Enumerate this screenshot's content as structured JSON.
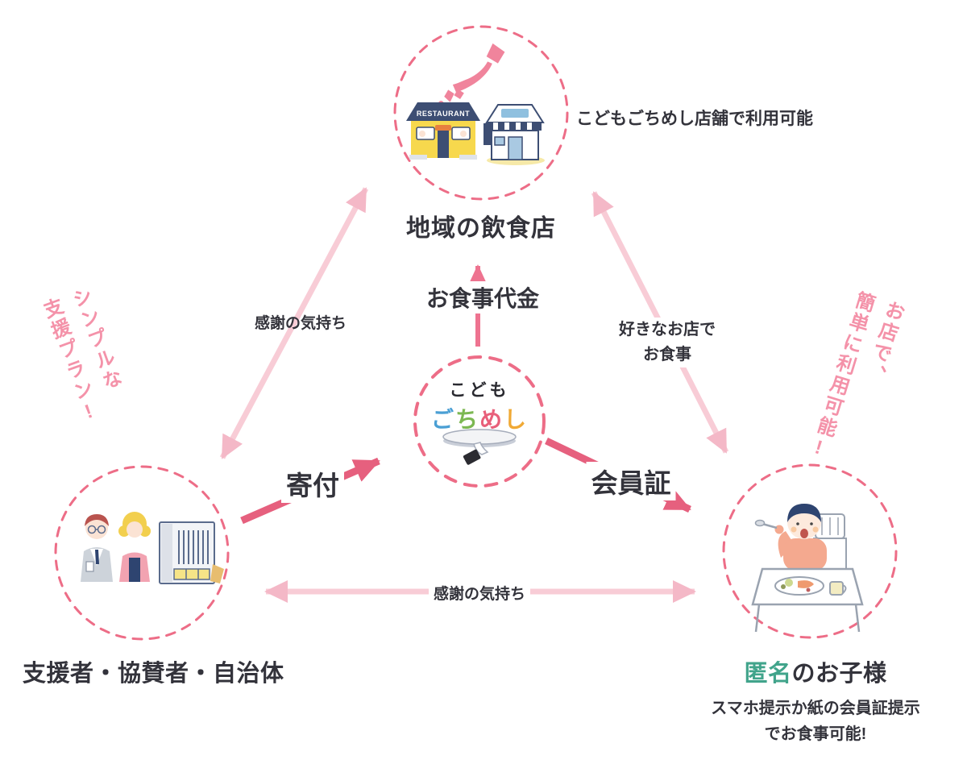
{
  "diagram": {
    "center_logo": {
      "line1": "こども",
      "letters": [
        "ご",
        "ち",
        "め",
        "し"
      ]
    },
    "nodes": {
      "restaurants": {
        "label": "地域の飲食店",
        "note": "こどもごちめし店舗で利用可能",
        "sign_text": "RESTAURANT"
      },
      "supporters": {
        "label": "支援者・協賛者・自治体"
      },
      "children": {
        "label_highlight": "匿名",
        "label_rest": "のお子様",
        "note_line1": "スマホ提示か紙の会員証提示",
        "note_line2": "でお食事可能!"
      }
    },
    "edges": {
      "gratitude_upper": "感謝の気持ち",
      "meal_payment": "お食事代金",
      "favorite_line1": "好きなお店で",
      "favorite_line2": "お食事",
      "donation": "寄付",
      "membership_card": "会員証",
      "gratitude_lower": "感謝の気持ち"
    },
    "side_notes": {
      "left": [
        "シンプルな",
        "支援プラン!"
      ],
      "right": [
        "お店で、",
        "簡単に利用可能!"
      ]
    },
    "colors": {
      "dashed_circle": "#ed6d87",
      "arrow_strong": "#e6607e",
      "arrow_mid": "#ee7390",
      "arrow_light_shaft": "#f8ccd6",
      "arrow_light_head": "#f4b8c7",
      "side_note_text": "#f492a9",
      "dark_text": "#33333b",
      "highlight_green": "#41a48b"
    }
  }
}
